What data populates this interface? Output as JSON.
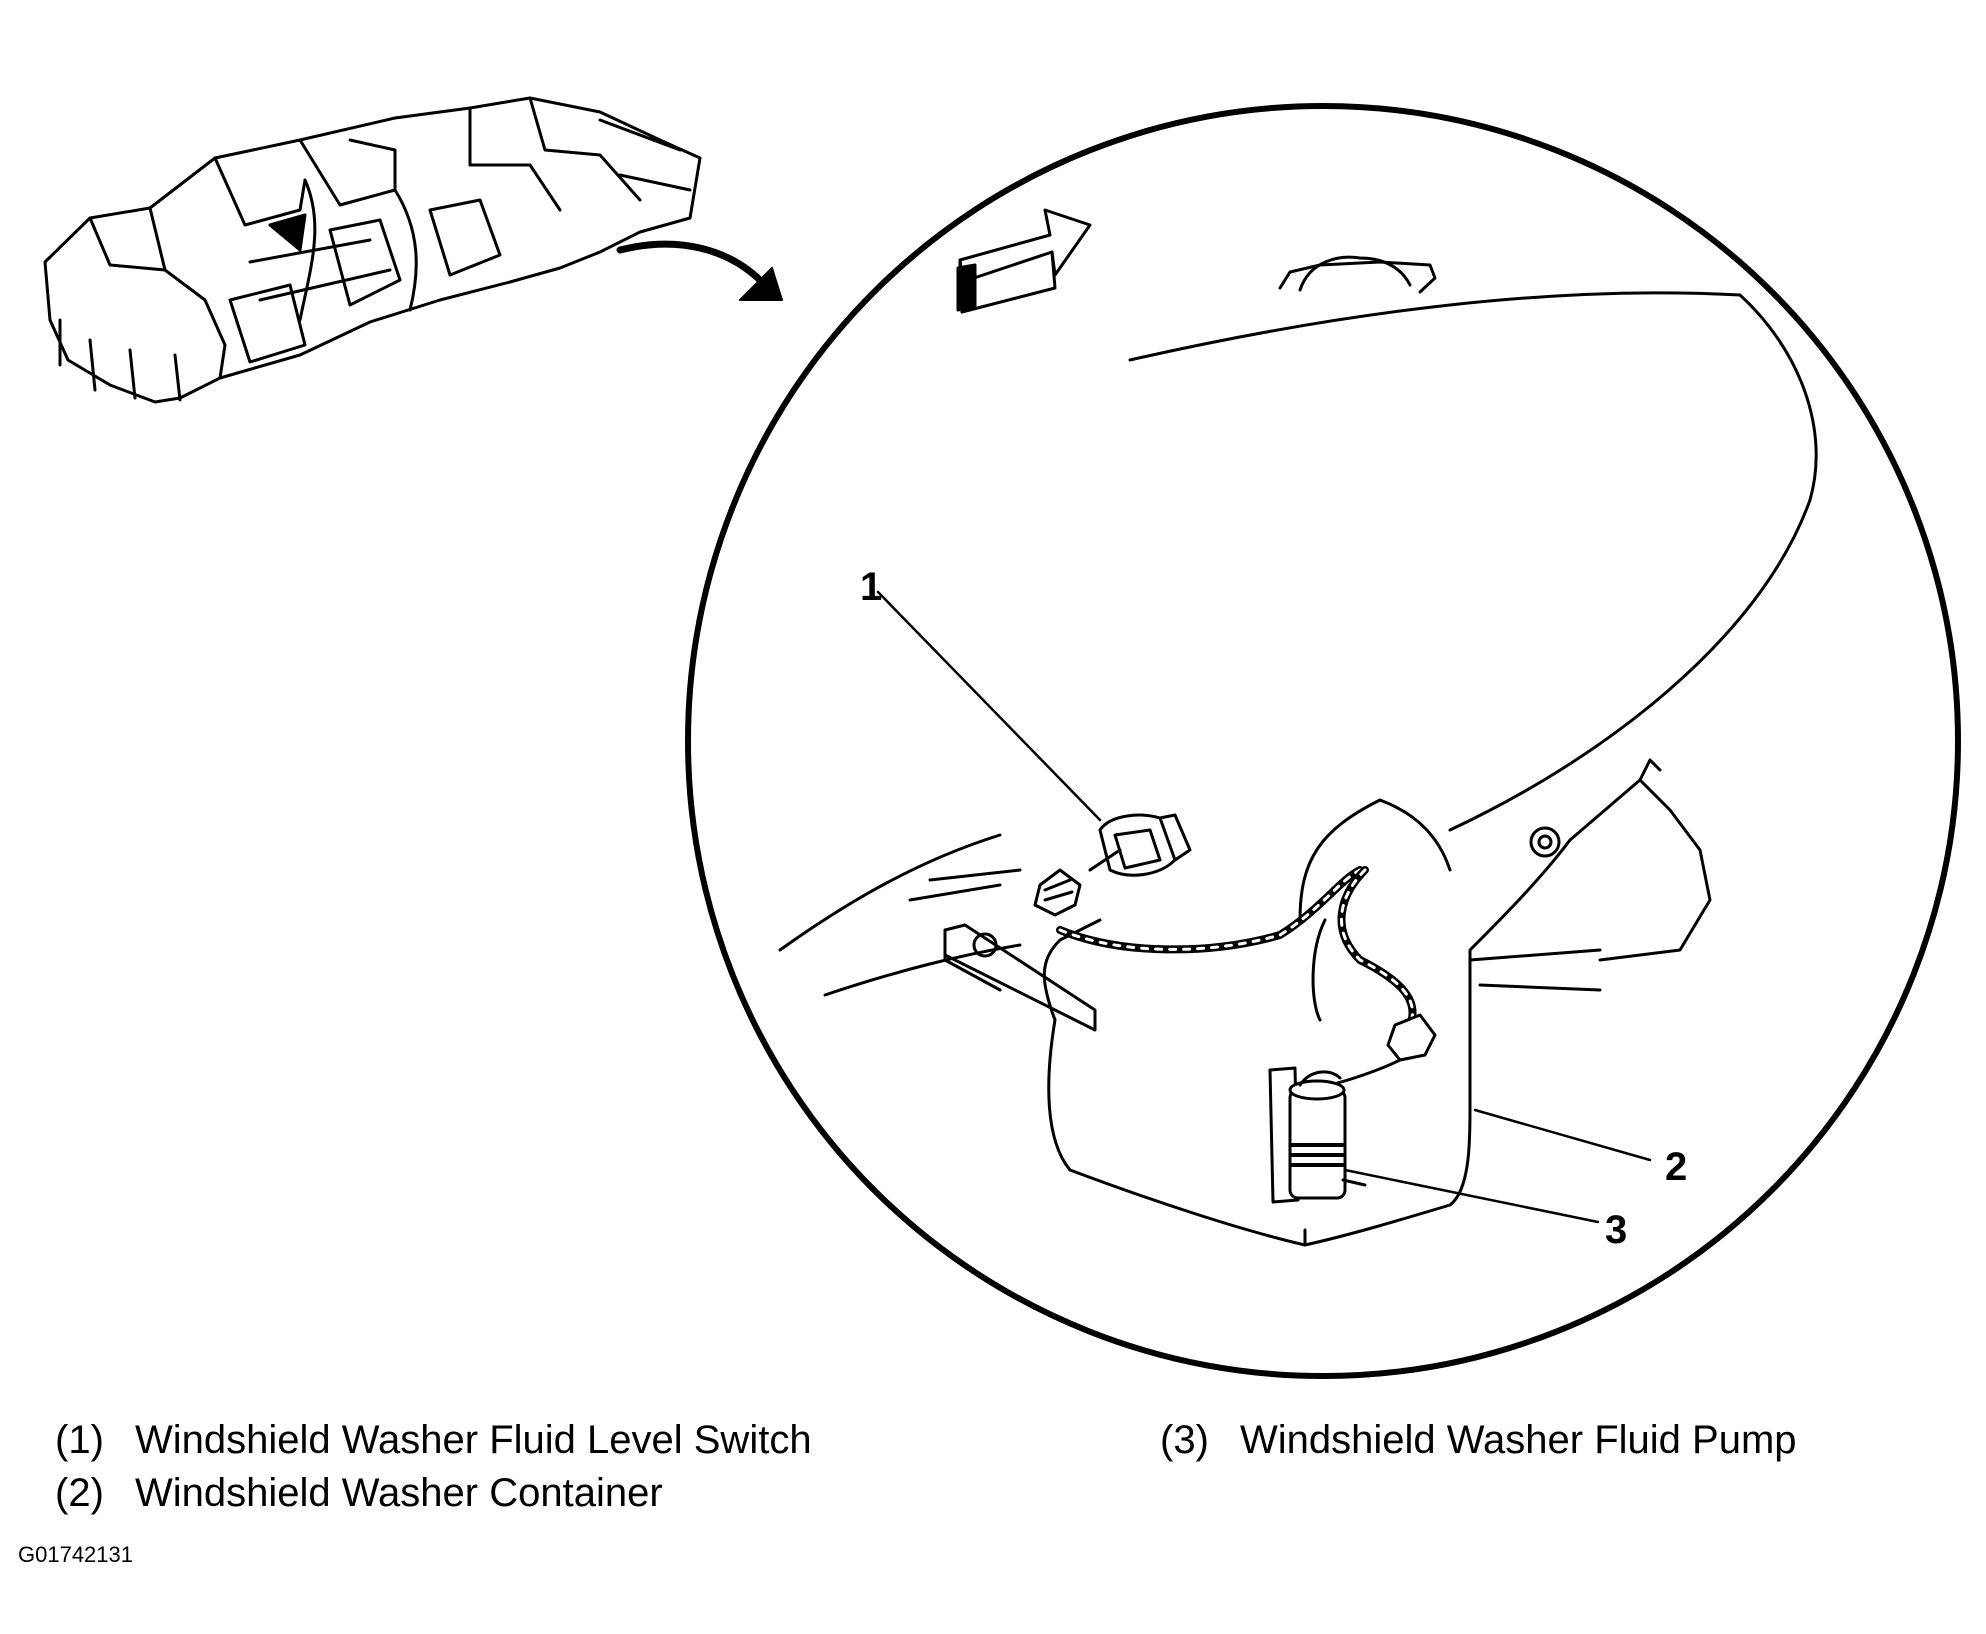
{
  "callouts": [
    "1",
    "2",
    "3"
  ],
  "legend": [
    {
      "num": "(1)",
      "label": "Windshield Washer Fluid Level Switch"
    },
    {
      "num": "(2)",
      "label": "Windshield Washer Container"
    },
    {
      "num": "(3)",
      "label": "Windshield Washer Fluid Pump"
    }
  ],
  "figure_id": "G01742131"
}
